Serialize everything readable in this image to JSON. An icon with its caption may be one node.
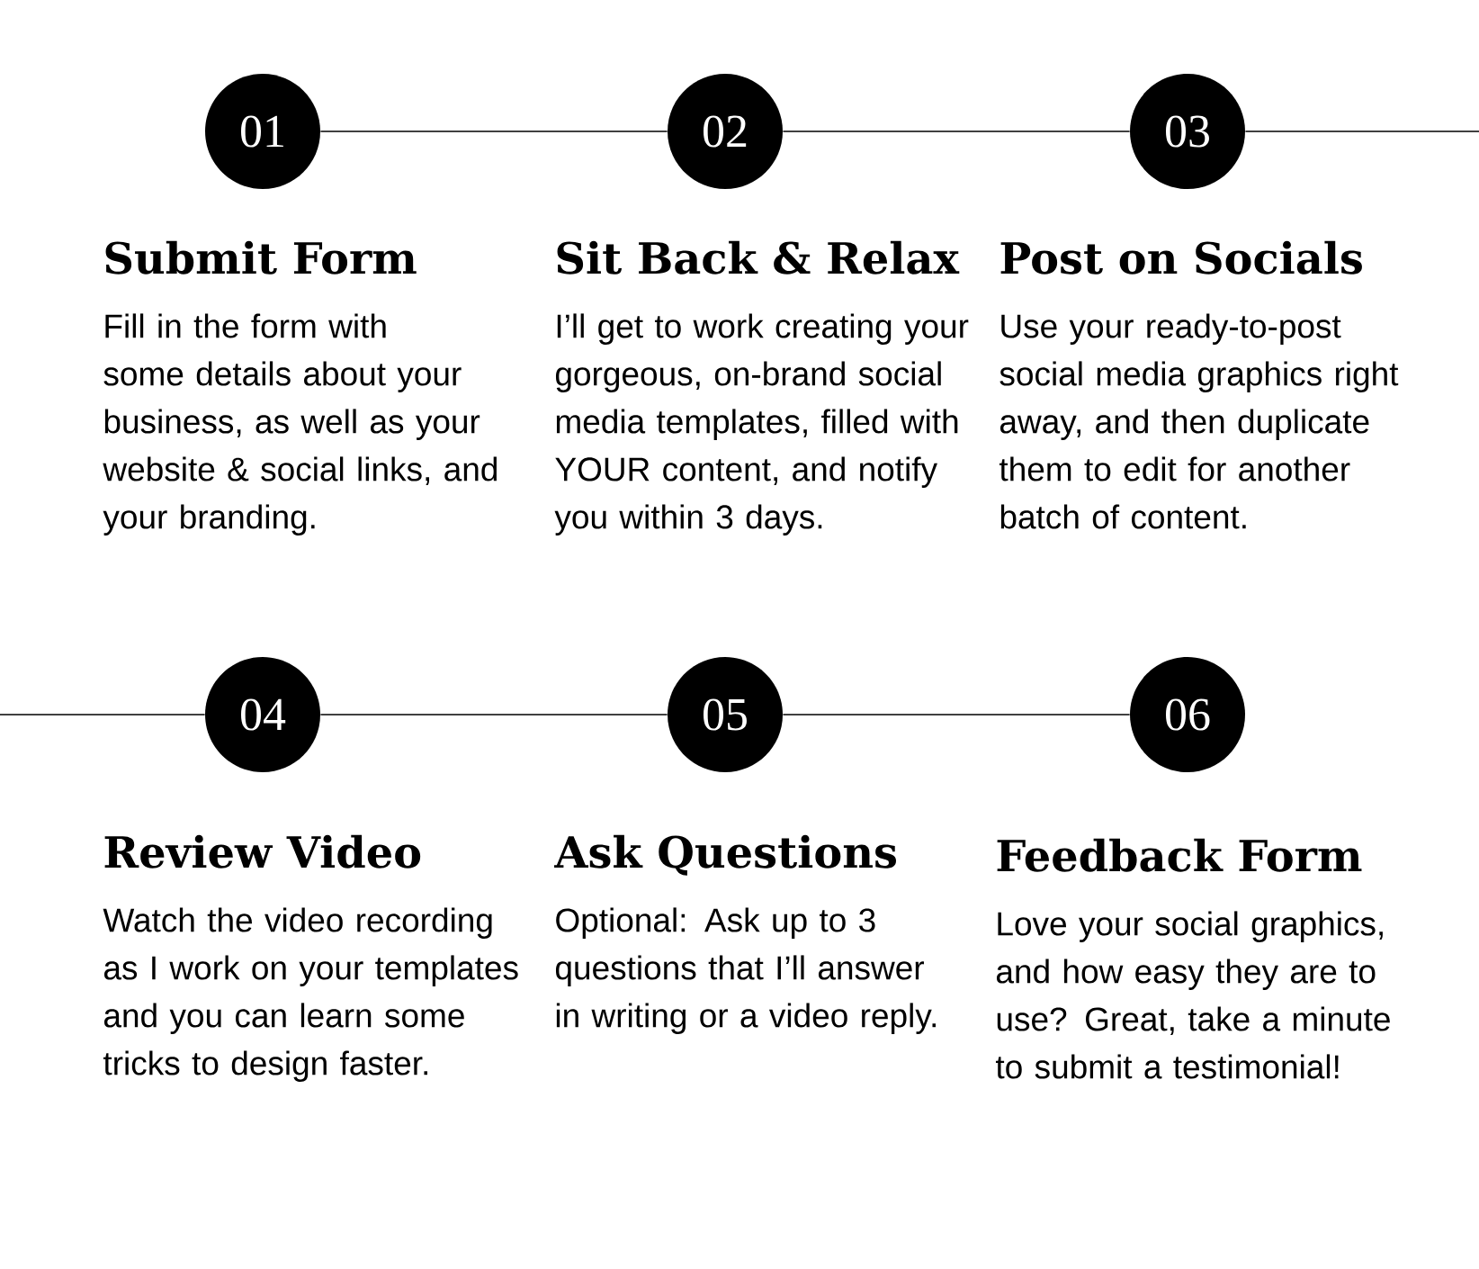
{
  "diagram": {
    "nodes": [
      {
        "text": [
          "01"
        ],
        "beside": [
          "Submit Form",
          "Fill in the form with some details about your business, as well as your website & social links, and your branding."
        ]
      },
      {
        "text": [
          "02"
        ],
        "beside": [
          "Sit Back & Relax",
          "I’ll get to work creating your gorgeous, on-brand social media templates, filled with YOUR content, and notify you within 3 days."
        ]
      },
      {
        "text": [
          "03"
        ],
        "beside": [
          "Post on Socials",
          "Use your ready-to-post social media graphics right away, and then duplicate them to edit for another batch of content."
        ]
      },
      {
        "text": [
          "04"
        ],
        "beside": [
          "Review Video",
          "Watch the video recording as I work on your templates and you can learn some tricks to design faster."
        ]
      },
      {
        "text": [
          "05"
        ],
        "beside": [
          "Ask Questions",
          "Optional: Ask up to 3 questions that I’ll answer in writing or a video reply."
        ]
      },
      {
        "text": [
          "06"
        ],
        "beside": [
          "Feedback Form",
          "Love your social graphics, and how easy they are to use? Great, take a minute to submit a testimonial!"
        ]
      }
    ],
    "edges": [
      {
        "from": 0,
        "to": 1,
        "arrow": "none"
      },
      {
        "from": 1,
        "to": 2,
        "arrow": "none"
      },
      {
        "from": 2,
        "to": null,
        "arrow": "none"
      },
      {
        "from": null,
        "to": 3,
        "arrow": "none"
      },
      {
        "from": 3,
        "to": 4,
        "arrow": "none"
      },
      {
        "from": 4,
        "to": 5,
        "arrow": "none"
      }
    ]
  }
}
